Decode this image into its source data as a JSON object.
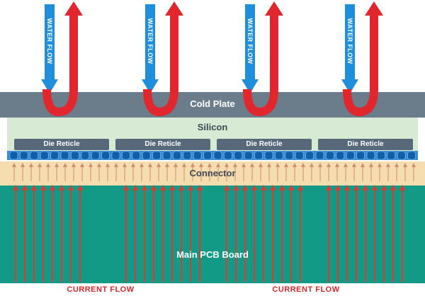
{
  "labels": {
    "cold_plate": "Cold Plate",
    "silicon": "Silicon",
    "connector": "Connector",
    "pcb": "Main PCB Board",
    "die_reticle": "Die Reticle",
    "water_flow": "WATER FLOW",
    "current_flow": "CURRENT FLOW"
  },
  "die_reticle_count": 4,
  "water_flow_loops": 4,
  "colors": {
    "cold_plate": "#6b7c8a",
    "silicon": "#d7ebd4",
    "die": "#56687a",
    "bumps": "#1e73c6",
    "connector": "#f6ddb0",
    "pcb": "#129a86",
    "water_down": "#1f8fdc",
    "water_up": "#e2262d",
    "current": "#e03a30",
    "connector_arrow": "#d89a7a"
  }
}
